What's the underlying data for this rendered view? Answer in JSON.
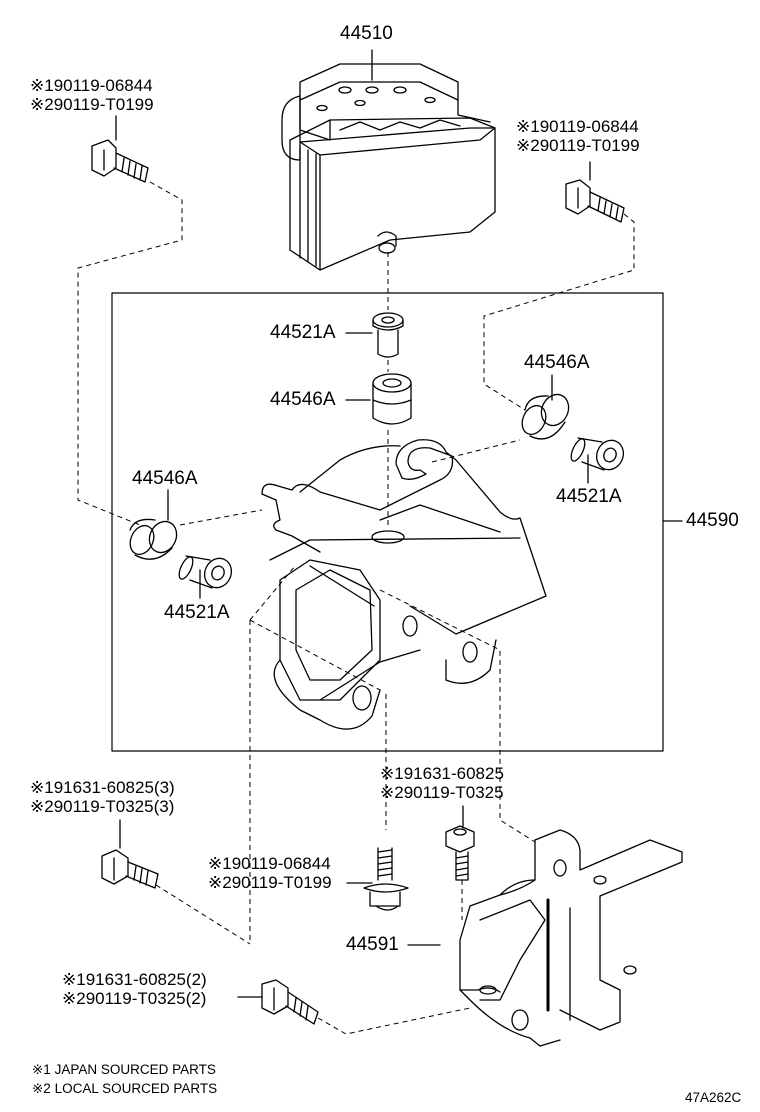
{
  "labels": {
    "abs_actuator": "44510",
    "bolt_top_left": {
      "l1": "※190119-06844",
      "l2": "※290119-T0199"
    },
    "bolt_top_right": {
      "l1": "※190119-06844",
      "l2": "※290119-T0199"
    },
    "collar_center_top": "44521A",
    "cushion_center": "44546A",
    "cushion_right": "44546A",
    "collar_right": "44521A",
    "cushion_left": "44546A",
    "collar_left": "44521A",
    "bracket_assembly": "44590",
    "bolt_mid_right": {
      "l1": "※191631-60825",
      "l2": "※290119-T0325"
    },
    "bolt_lower_left": {
      "l1": "※191631-60825(3)",
      "l2": "※290119-T0325(3)"
    },
    "stud_center": {
      "l1": "※190119-06844",
      "l2": "※290119-T0199"
    },
    "bracket_lower": "44591",
    "bolt_bottom": {
      "l1": "※191631-60825(2)",
      "l2": "※290119-T0325(2)"
    }
  },
  "footnotes": {
    "note1": "※1 JAPAN SOURCED PARTS",
    "note2": "※2 LOCAL SOURCED PARTS"
  },
  "diagram_code": "47A262C"
}
